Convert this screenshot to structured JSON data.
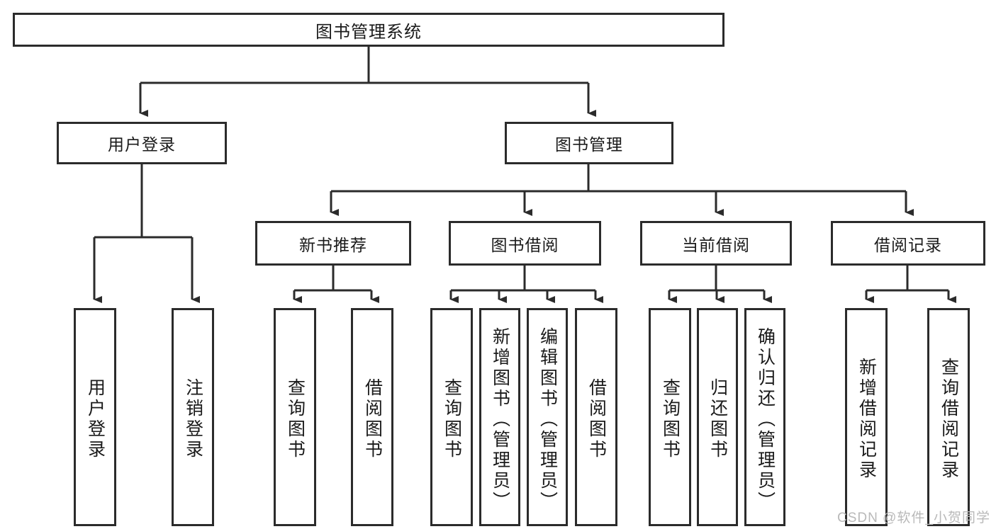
{
  "diagram": {
    "title": "图书管理系统",
    "type": "hierarchy-tree",
    "root": {
      "id": "root",
      "label": "图书管理系统"
    },
    "level2": [
      {
        "id": "user-login",
        "label": "用户登录"
      },
      {
        "id": "book-management",
        "label": "图书管理"
      }
    ],
    "level3": [
      {
        "id": "new-book-recommend",
        "label": "新书推荐"
      },
      {
        "id": "book-borrow",
        "label": "图书借阅"
      },
      {
        "id": "current-borrow",
        "label": "当前借阅"
      },
      {
        "id": "borrow-record",
        "label": "借阅记录"
      }
    ],
    "leaves": {
      "user_login": [
        {
          "id": "leaf-user-login",
          "label": "用户登录"
        },
        {
          "id": "leaf-user-logout",
          "label": "注销登录"
        }
      ],
      "new_book_recommend": [
        {
          "id": "leaf-query-book-1",
          "label": "查询图书"
        },
        {
          "id": "leaf-borrow-book-1",
          "label": "借阅图书"
        }
      ],
      "book_borrow": [
        {
          "id": "leaf-query-book-2",
          "label": "查询图书"
        },
        {
          "id": "leaf-add-book",
          "label": "新增图书（管理员）"
        },
        {
          "id": "leaf-edit-book",
          "label": "编辑图书（管理员）"
        },
        {
          "id": "leaf-borrow-book-2",
          "label": "借阅图书"
        }
      ],
      "current_borrow": [
        {
          "id": "leaf-query-book-3",
          "label": "查询图书"
        },
        {
          "id": "leaf-return-book",
          "label": "归还图书"
        },
        {
          "id": "leaf-confirm-return",
          "label": "确认归还（管理员）"
        }
      ],
      "borrow_record": [
        {
          "id": "leaf-add-record",
          "label": "新增借阅记录"
        },
        {
          "id": "leaf-query-record",
          "label": "查询借阅记录"
        }
      ]
    }
  },
  "watermark": {
    "text": "CSDN @软件_小贺同学"
  },
  "colors": {
    "stroke": "#2b2b2b",
    "background": "#ffffff",
    "text": "#1a1a1a",
    "watermark": "#b9b9b9"
  }
}
